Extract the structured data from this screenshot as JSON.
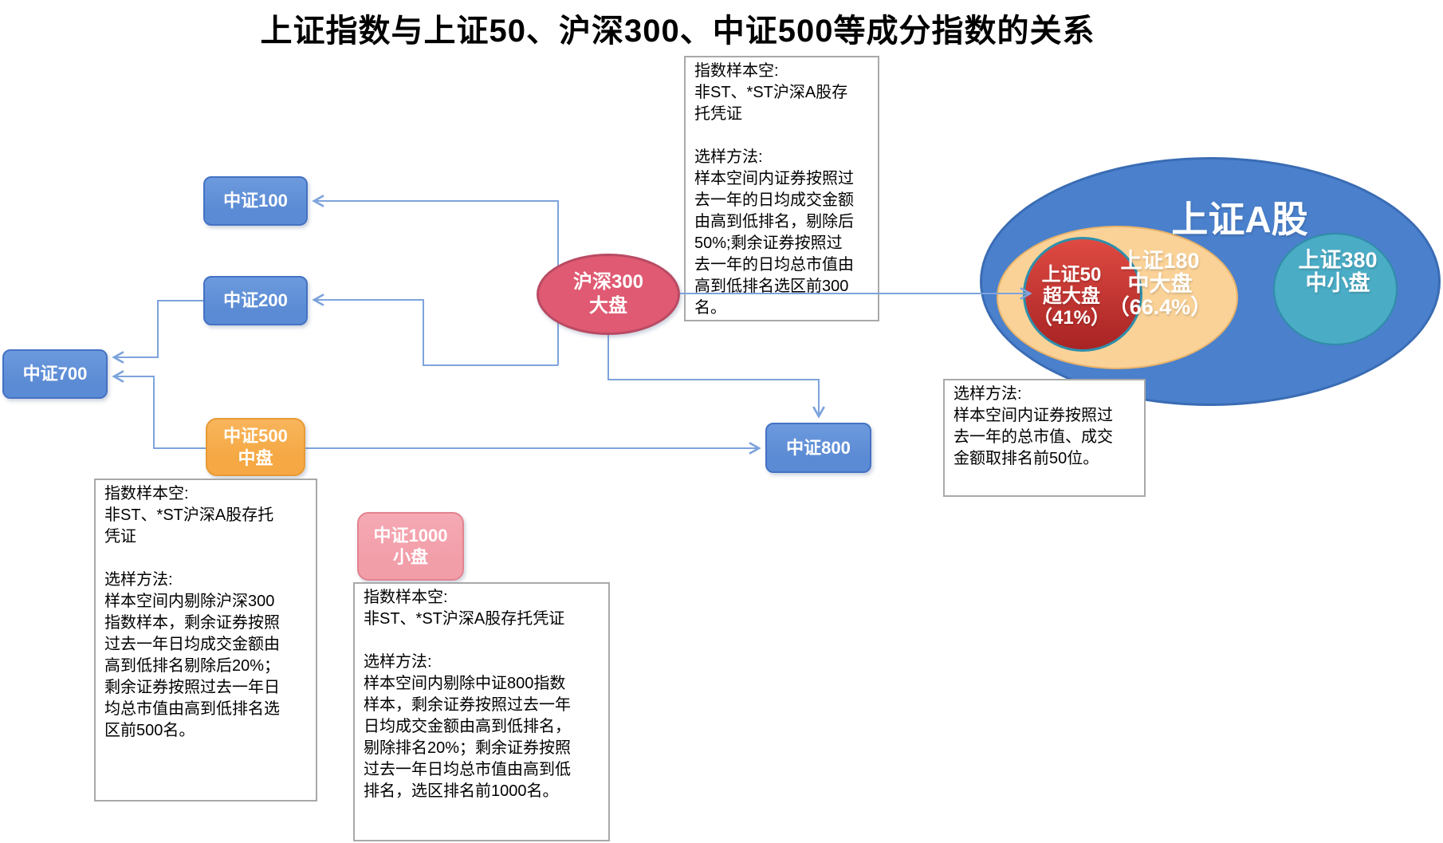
{
  "title": "上证指数与上证50、沪深300、中证500等成分指数的关系",
  "nodes": {
    "zz100": {
      "label": "中证100"
    },
    "zz200": {
      "label": "中证200"
    },
    "zz700": {
      "label": "中证700"
    },
    "zz500": {
      "label": "中证500\n中盘"
    },
    "zz800": {
      "label": "中证800"
    },
    "zz1000": {
      "label": "中证1000\n小盘"
    },
    "hs300": {
      "label": "沪深300\n大盘"
    }
  },
  "venn": {
    "sse_a": {
      "label": "上证A股"
    },
    "sse180": {
      "label": "上证180\n中大盘\n（66.4%）"
    },
    "sse50": {
      "label": "上证50\n超大盘\n（41%）"
    },
    "sse380": {
      "label": "上证380\n中小盘"
    }
  },
  "notes": {
    "hs300_note": {
      "text": "指数样本空:\n非ST、*ST沪深A股存\n托凭证\n\n选样方法:\n样本空间内证券按照过\n去一年的日均成交金额\n由高到低排名，剔除后\n50%;剩余证券按照过\n去一年的日均总市值由\n高到低排名选区前300\n名。"
    },
    "sse50_note": {
      "text": "选样方法:\n样本空间内证券按照过\n去一年的总市值、成交\n金额取排名前50位。"
    },
    "zz500_note": {
      "text": "指数样本空:\n非ST、*ST沪深A股存托\n凭证\n\n选样方法:\n样本空间内剔除沪深300\n指数样本，剩余证券按照\n过去一年日均成交金额由\n高到低排名剔除后20%；\n剩余证券按照过去一年日\n均总市值由高到低排名选\n区前500名。"
    },
    "zz1000_note": {
      "text": "指数样本空:\n非ST、*ST沪深A股存托凭证\n\n选样方法:\n样本空间内剔除中证800指数\n样本，剩余证券按照过去一年\n日均成交金额由高到低排名，\n剔除排名20%；剩余证券按照\n过去一年日均总市值由高到低\n排名，选区排名前1000名。"
    }
  },
  "colors": {
    "connector": "#7da3dc",
    "node_blue": "#5b8bd4",
    "node_blue_border": "#4472c4",
    "node_orange": "#f5a843",
    "node_orange_border": "#e89a35",
    "node_pink": "#f29ea9",
    "node_pink_border": "#e2848f",
    "hs300_fill": "#df5a72",
    "hs300_border": "#b94a63",
    "venn_blue": "#4a80cc",
    "venn_blue_border": "#3a6cb4",
    "venn_orange": "#fad298",
    "venn_orange_border": "#e8b36a",
    "venn_red_top": "#df4a42",
    "venn_red_bottom": "#a82424",
    "venn_red_border": "#2e8fac",
    "venn_teal": "#4bacc6",
    "venn_teal_border": "#2f8da8",
    "note_border": "#a9a9a9",
    "text": "#111111"
  }
}
